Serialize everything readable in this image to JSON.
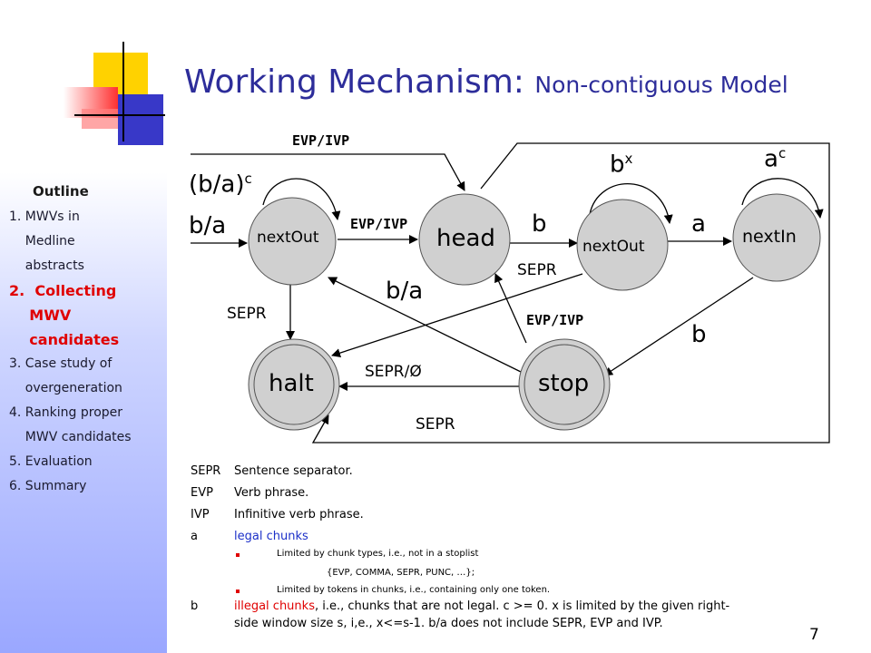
{
  "slide": {
    "title_main": "Working Mechanism: ",
    "title_sub": "Non-contiguous Model",
    "page_number": "7"
  },
  "outline": {
    "title": "Outline",
    "items": [
      {
        "text": "1. MWVs in",
        "active": false
      },
      {
        "text": "    Medline",
        "active": false
      },
      {
        "text": "    abstracts",
        "active": false
      },
      {
        "text": "2.  Collecting",
        "active": true
      },
      {
        "text": "    MWV",
        "active": true
      },
      {
        "text": "    candidates",
        "active": true
      },
      {
        "text": "3. Case study of",
        "active": false
      },
      {
        "text": "    overgeneration",
        "active": false
      },
      {
        "text": "4. Ranking proper",
        "active": false
      },
      {
        "text": "    MWV candidates",
        "active": false
      },
      {
        "text": "5. Evaluation",
        "active": false
      },
      {
        "text": "6. Summary",
        "active": false
      }
    ]
  },
  "diagram": {
    "states": {
      "nextOut1": "nextOut",
      "head": "head",
      "nextOut2": "nextOut",
      "nextIn": "nextIn",
      "halt": "halt",
      "stop": "stop"
    },
    "labels": {
      "evp_ivp_top": "EVP/IVP",
      "ba_c_base": "(b/a)",
      "ba_c_sup": "c",
      "ba_entry": "b/a",
      "evp_ivp_mid": "EVP/IVP",
      "b_edge": "b",
      "a_edge": "a",
      "bx_base": "b",
      "bx_sup": "x",
      "ac_base": "a",
      "ac_sup": "c",
      "sepr_mid": "SEPR",
      "ba_diag": "b/a",
      "sepr_left": "SEPR",
      "evp_ivp_low": "EVP/IVP",
      "b_right": "b",
      "sepr_null": "SEPR/Ø",
      "sepr_bottom": "SEPR"
    }
  },
  "legend": {
    "sepr_key": "SEPR",
    "sepr_val": "Sentence separator.",
    "evp_key": "EVP",
    "evp_val": "Verb phrase.",
    "ivp_key": "IVP",
    "ivp_val": "Infinitive verb phrase.",
    "a_key": "a",
    "a_val": "legal chunks",
    "a_bullet1": "Limited by chunk types, i.e., not in a stoplist",
    "a_bullet1b": "{EVP, COMMA, SEPR, PUNC, …};",
    "a_bullet2": "Limited by tokens in chunks, i.e., containing  only one token.",
    "b_key": "b",
    "b_val_red": "illegal chunks",
    "b_val_rest": ", i.e., chunks that are not legal. c >= 0. x is limited by the given right-",
    "b_val_line2": "side window size s, i,e., x<=s-1. b/a does not include SEPR, EVP and IVP."
  },
  "colors": {
    "title": "#2d2d9a",
    "state_fill": "#d0d0d0",
    "active_outline": "#e00000",
    "legal": "#1c30c8"
  }
}
